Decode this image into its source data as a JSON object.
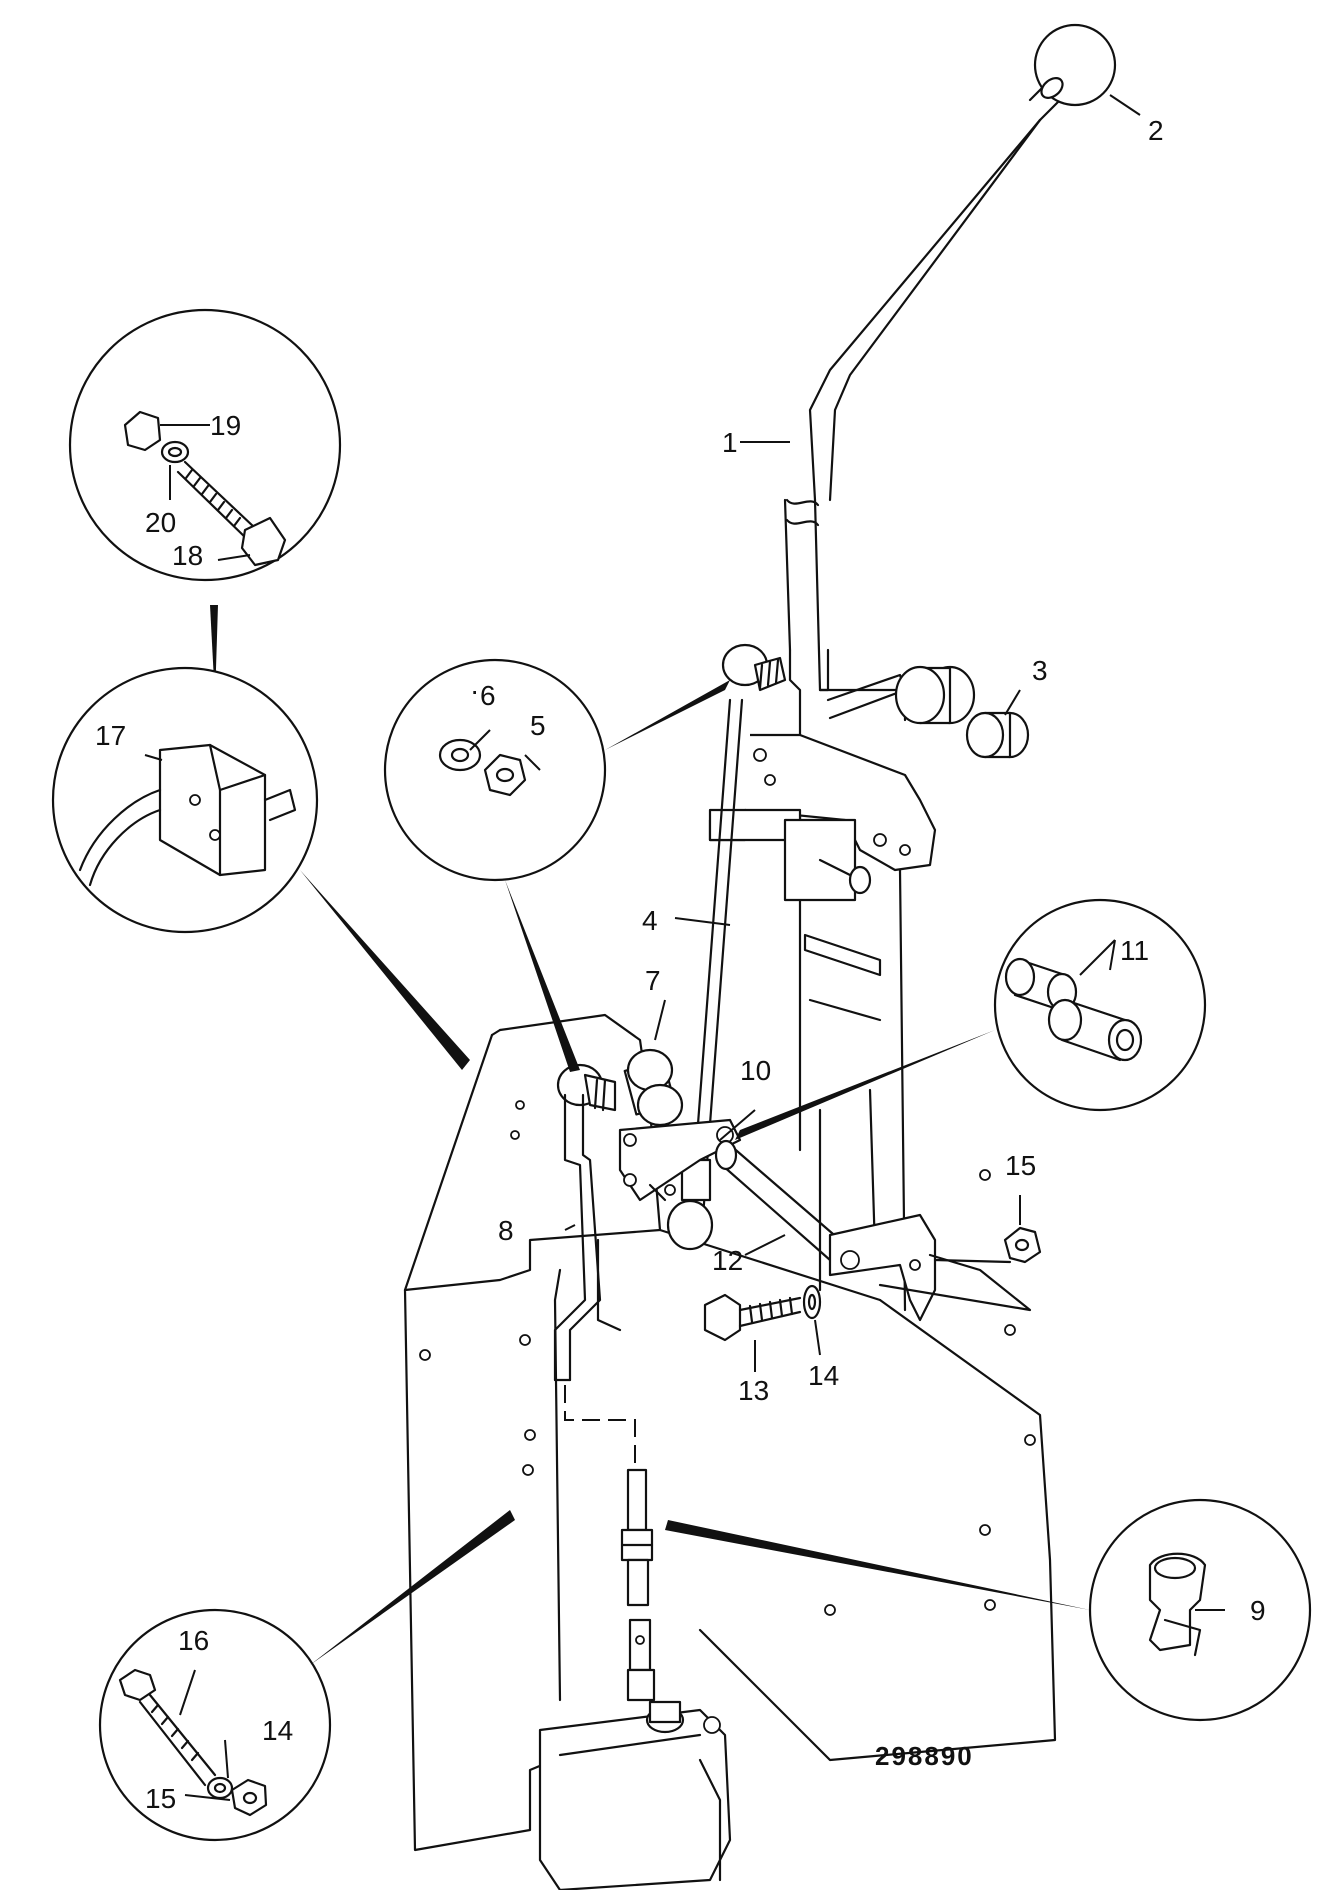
{
  "drawing_number": "298890",
  "callouts": [
    "1",
    "2",
    "3",
    "4",
    "5",
    "6",
    "7",
    "8",
    "9",
    "10",
    "11",
    "12",
    "13",
    "14",
    "14",
    "15",
    "15",
    "16",
    "17",
    "18",
    "19",
    "20"
  ],
  "detail_labels": {
    "d_top_left": [
      "19",
      "20",
      "18"
    ],
    "d_left_mid": [
      "17"
    ],
    "d_mid": [
      "6",
      "5"
    ],
    "d_right": [
      "11"
    ],
    "d_bottom_right": [
      "9"
    ],
    "d_bottom_left": [
      "16",
      "14",
      "15"
    ]
  },
  "dot_prefix": "·"
}
